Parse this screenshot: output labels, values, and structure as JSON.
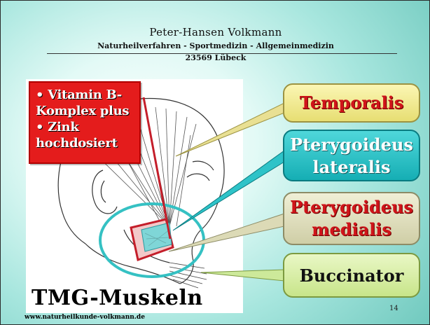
{
  "header": {
    "name": "Peter-Hansen Volkmann",
    "subtitle": "Naturheilverfahren - Sportmedizin - Allgemeinmedizin",
    "city": "23569 Lübeck"
  },
  "vitamin_box": {
    "lines": [
      "• Vitamin B-",
      "Komplex plus",
      "• Zink",
      "hochdosiert"
    ]
  },
  "labels": {
    "temporalis": [
      "Temporalis"
    ],
    "lateralis": [
      "Pterygoideus",
      "lateralis"
    ],
    "medialis": [
      "Pterygoideus",
      "medialis"
    ],
    "buccinator": [
      "Buccinator"
    ]
  },
  "illustration_title": "TMG-Muskeln",
  "page_number": "14",
  "website": "www.naturheilkunde-volkmann.de",
  "colors": {
    "vitamin_box": "#e41c1c",
    "ellipse": "#35c1c3",
    "temporalis_box": "#f4ec9a",
    "lateralis_box": "#2ec3c8",
    "medialis_box": "#e2e1bf",
    "buccinator_box": "#d9efa6"
  }
}
